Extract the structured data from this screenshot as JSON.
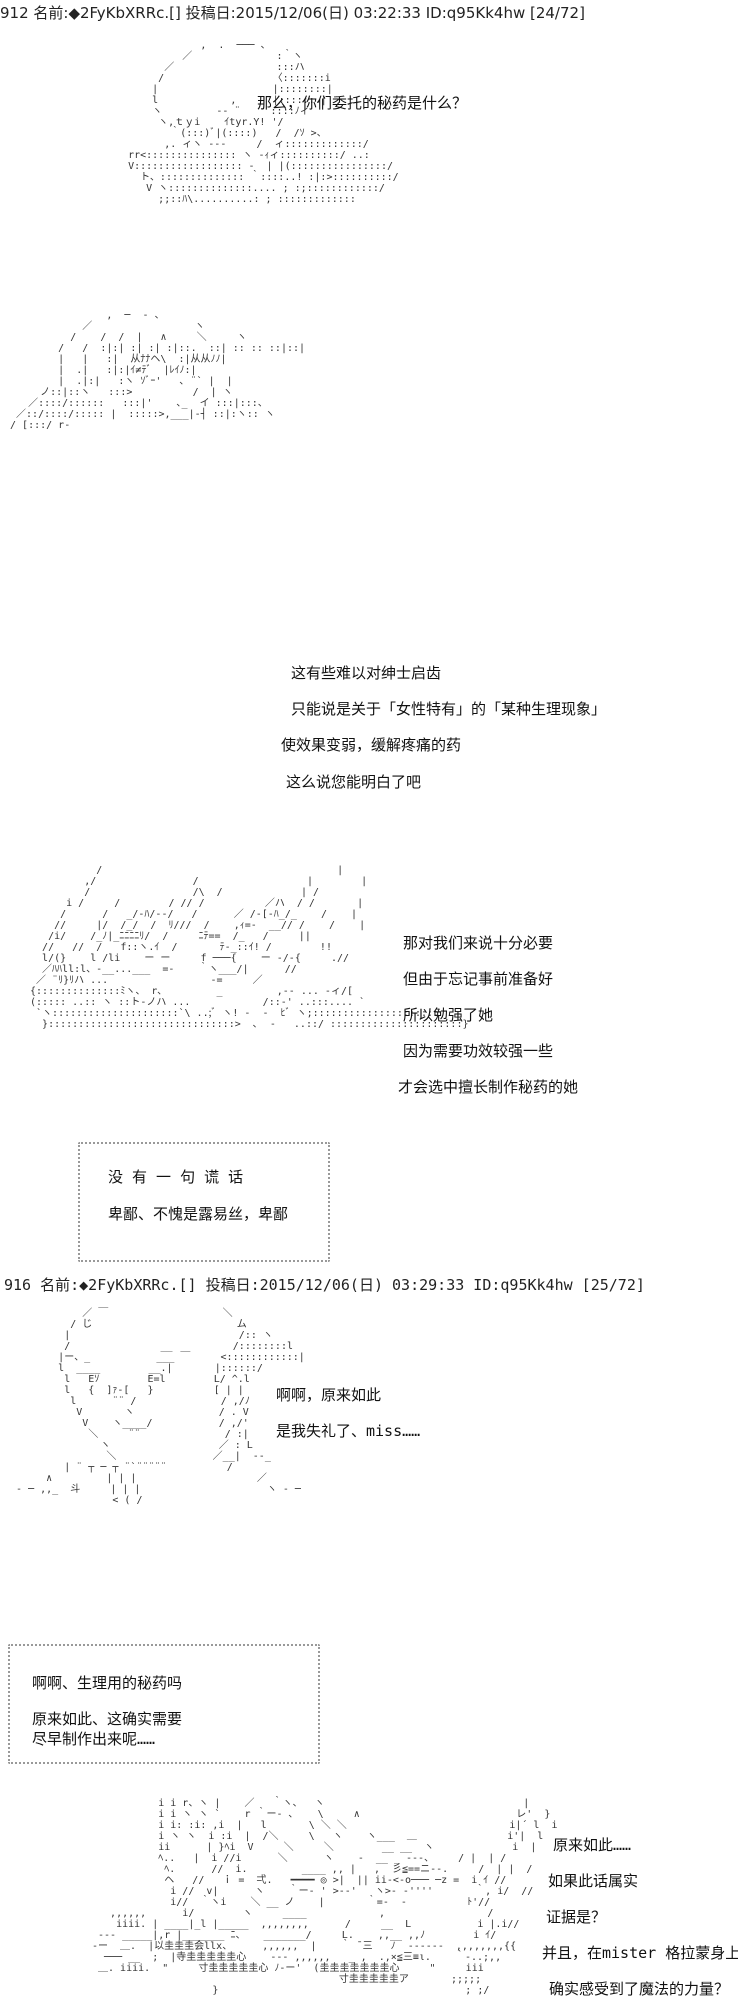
{
  "post1": {
    "header": "912 名前:◆2FyKbXRRc.[] 投稿日:2015/12/06(日) 03:22:33 ID:q95Kk4hw [24/72]",
    "lines": [
      "那么，你们委托的秘药是什么？"
    ],
    "lines2": [
      "这有些难以对绅士启齿",
      "只能说是关于「女性特有」的「某种生理现象」",
      "使效果变弱，缓解疼痛的药",
      "这么说您能明白了吧"
    ],
    "lines3": [
      "那对我们来说十分必要",
      "但由于忘记事前准备好",
      "所以勉强了她",
      "因为需要功效较强一些",
      "才会选中擅长制作秘药的她"
    ],
    "box_lines": [
      "没 有 一 句 谎 话",
      "卑鄙、不愧是露易丝，卑鄙"
    ]
  },
  "post2": {
    "header": "916 名前:◆2FyKbXRRc.[] 投稿日:2015/12/06(日) 03:29:33 ID:q95Kk4hw [25/72]",
    "lines": [
      "啊啊，原来如此",
      "是我失礼了、miss……"
    ],
    "box_lines": [
      "啊啊、生理用的秘药吗",
      "原来如此、这确实需要",
      "尽早制作出来呢……"
    ],
    "lines2": [
      "原来如此……",
      "如果此话属实",
      "证据是？",
      "并且，在mister 格拉蒙身上",
      "确实感受到了魔法的力量？"
    ]
  }
}
